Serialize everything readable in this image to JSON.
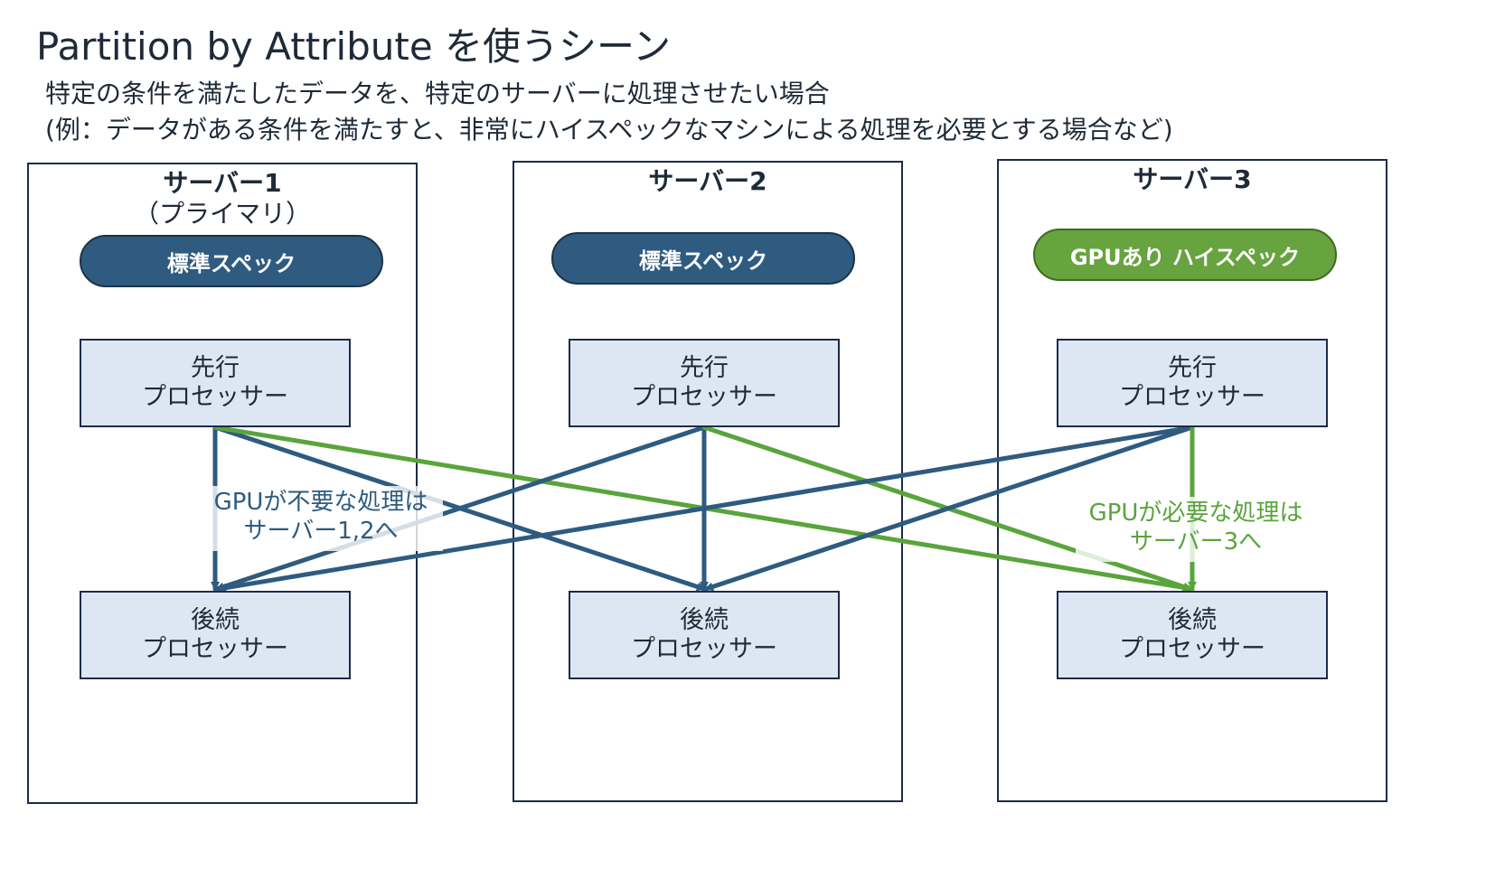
{
  "title": "Partition by Attribute を使うシーン",
  "subtitle": {
    "line1": "特定の条件を満たしたデータを、特定のサーバーに処理させたい場合",
    "line2": "(例：データがある条件を満たすと、非常にハイスペックなマシンによる処理を必要とする場合など)"
  },
  "servers": [
    {
      "name": "サーバー1",
      "sub": "（プライマリ）",
      "spec": "標準スペック",
      "spec_color": "#2e5b7f",
      "upstream": [
        "先行",
        "プロセッサー"
      ],
      "downstream": [
        "後続",
        "プロセッサー"
      ]
    },
    {
      "name": "サーバー2",
      "sub": "",
      "spec": "標準スペック",
      "spec_color": "#2e5b7f",
      "upstream": [
        "先行",
        "プロセッサー"
      ],
      "downstream": [
        "後続",
        "プロセッサー"
      ]
    },
    {
      "name": "サーバー3",
      "sub": "",
      "spec": "GPUあり ハイスペック",
      "spec_color": "#67a33e",
      "upstream": [
        "先行",
        "プロセッサー"
      ],
      "downstream": [
        "後続",
        "プロセッサー"
      ]
    }
  ],
  "notes": {
    "no_gpu": [
      "GPUが不要な処理は",
      "サーバー1,2へ"
    ],
    "gpu": [
      "GPUが必要な処理は",
      "サーバー3へ"
    ]
  },
  "colors": {
    "standard_flow": "#2e5b7f",
    "gpu_flow": "#5aa43c",
    "processor_fill": "#dde7f4",
    "border": "#1c2b4a"
  }
}
